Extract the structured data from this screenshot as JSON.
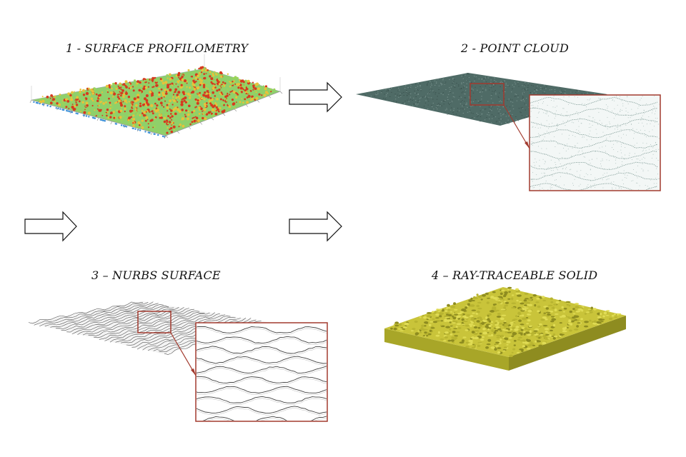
{
  "steps": [
    {
      "title": "1 - SURFACE PROFILOMETRY"
    },
    {
      "title": "2 - POINT CLOUD"
    },
    {
      "title": "3 – NURBS SURFACE"
    },
    {
      "title": "4 – RAY-TRACEABLE SOLID"
    }
  ],
  "colors": {
    "profilometry_low": "#3a8fd8",
    "profilometry_mid": "#9ad45a",
    "profilometry_high": "#d63a1e",
    "point_cloud": "#4f6b66",
    "nurbs_lines": "#555555",
    "solid_top": "#c9c43a",
    "solid_side": "#a8a628",
    "zoom_frame": "#a23a2e",
    "arrow_stroke": "#111111"
  },
  "icons": {
    "arrow": "right-arrow-icon"
  }
}
